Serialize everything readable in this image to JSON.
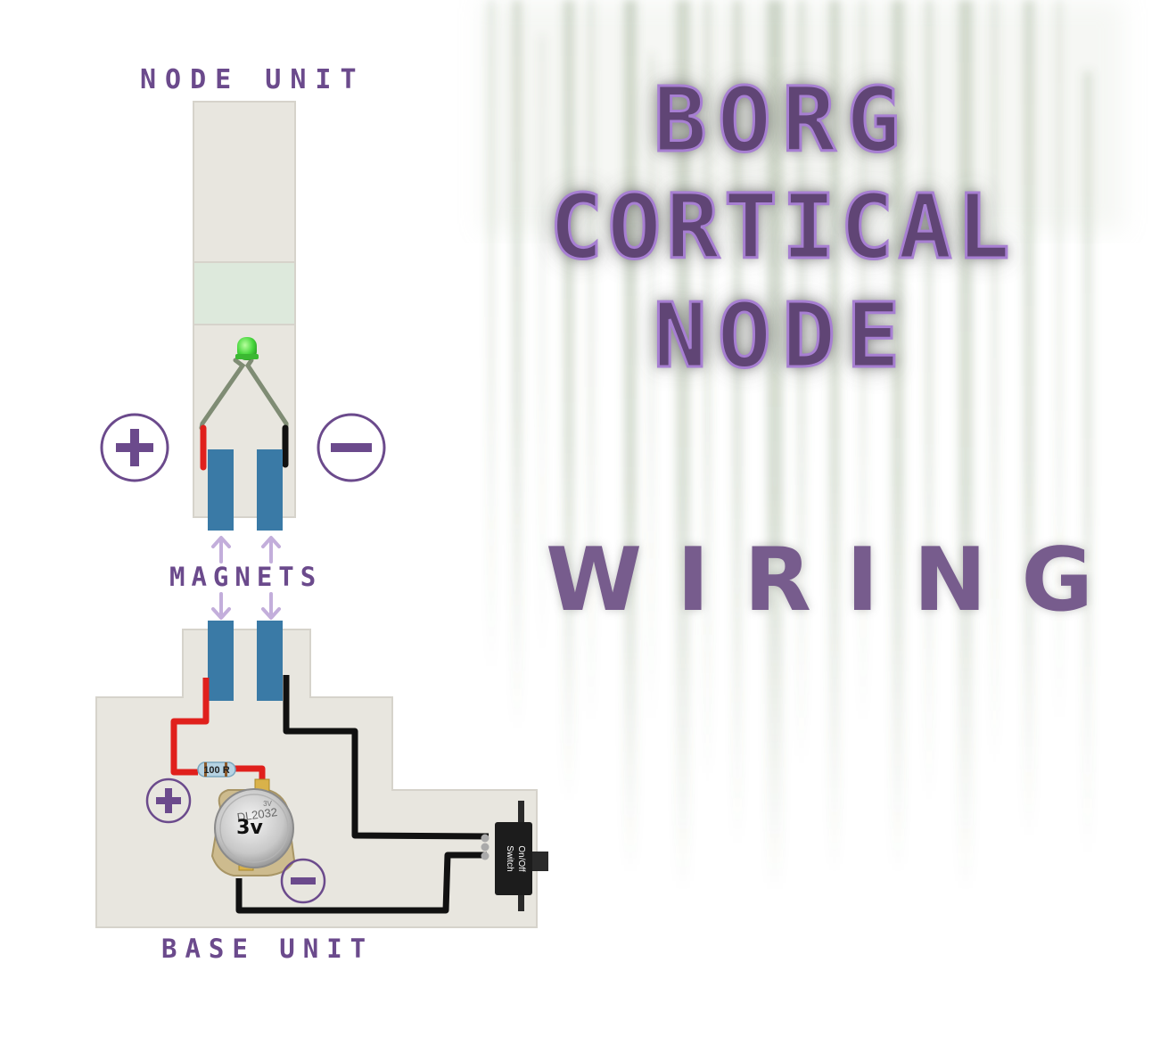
{
  "title": {
    "lines": [
      "BORG",
      "CORTICAL",
      "NODE"
    ],
    "subtitle": "WIRING"
  },
  "labels": {
    "node_unit": "NODE UNIT",
    "magnets": "MAGNETS",
    "base_unit": "BASE UNIT",
    "resistor": "100 R",
    "battery_voltage": "3v",
    "battery_model": "DL2032",
    "battery_small": "3V",
    "switch_line1": "On/Off",
    "switch_line2": "Switch"
  },
  "colors": {
    "title_fill": "#604575",
    "title_outline": "#a77fd2",
    "label_purple": "#6b4a8c",
    "board": "#e8e6df",
    "board_border": "#d6d3cb",
    "magnet": "#3a7aa6",
    "wire_positive": "#e0201c",
    "wire_negative": "#111111",
    "led": "#46d63c",
    "arrow": "#c3aedb",
    "streak": "#5e7a4c"
  },
  "icons": [
    "plus-circle-icon",
    "minus-circle-icon",
    "led-icon",
    "resistor-icon",
    "coin-cell-battery-icon",
    "slide-switch-icon",
    "arrow-up-icon",
    "arrow-down-icon"
  ]
}
